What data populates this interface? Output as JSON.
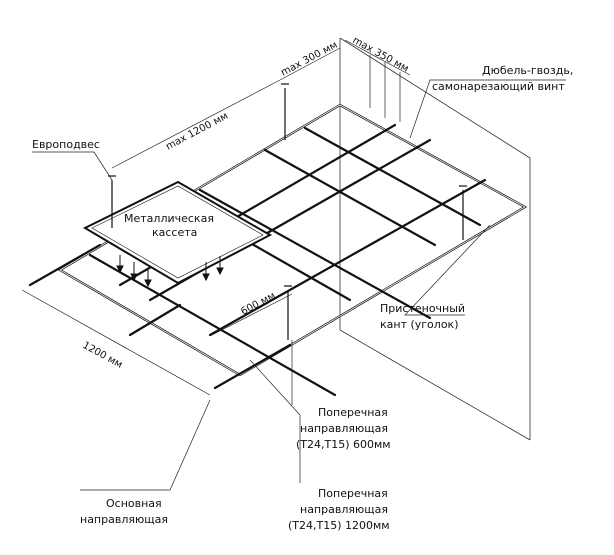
{
  "labels": {
    "europodves": "Европодвес",
    "cassette_line1": "Металлическая",
    "cassette_line2": "кассета",
    "dowel_line1": "Дюбель-гвоздь,",
    "dowel_line2": "самонарезающий винт",
    "wall_angle_line1": "Пристеночный",
    "wall_angle_line2": "кант (уголок)",
    "cross600_line1": "Поперечная",
    "cross600_line2": "направляющая",
    "cross600_line3": "(T24,T15) 600мм",
    "cross1200_line1": "Поперечная",
    "cross1200_line2": "направляющая",
    "cross1200_line3": "(T24,T15) 1200мм",
    "main_line1": "Основная",
    "main_line2": "направляющая"
  },
  "dimensions": {
    "max1200": "max 1200 мм",
    "max300": "max 300 мм",
    "max350": "max 350 мм",
    "d600": "600 мм",
    "d1200": "1200 мм"
  }
}
